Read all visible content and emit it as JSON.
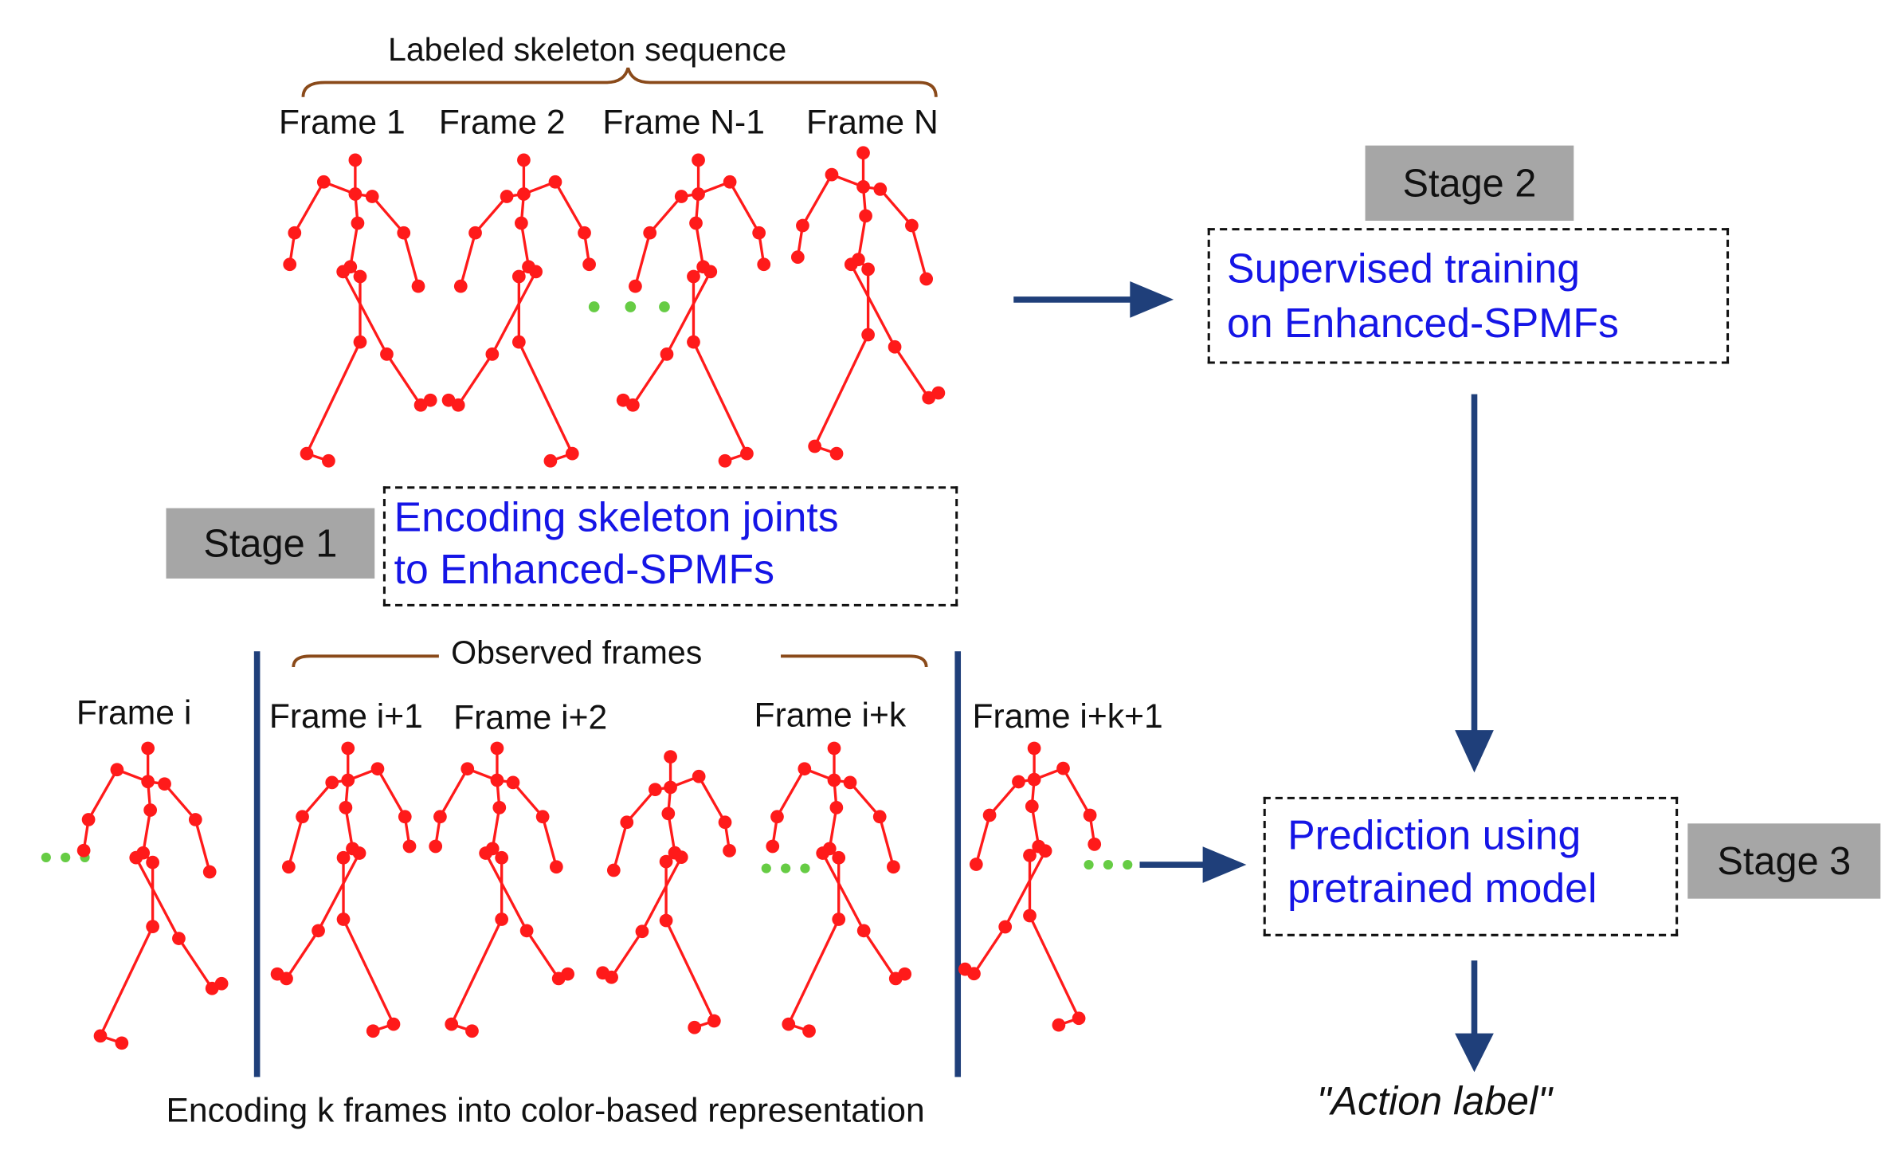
{
  "top_sequence": {
    "title": "Labeled skeleton sequence",
    "frames": [
      "Frame 1",
      "Frame 2",
      "Frame N-1",
      "Frame N"
    ]
  },
  "stage1": {
    "label": "Stage 1",
    "text_line1": "Encoding  skeleton  joints",
    "text_line2": "to Enhanced-SPMFs"
  },
  "stage2": {
    "label": "Stage 2",
    "text_line1": "Supervised  training",
    "text_line2": "on  Enhanced-SPMFs"
  },
  "stage3": {
    "label": "Stage 3",
    "text_line1": "Prediction using",
    "text_line2": "pretrained model"
  },
  "bottom_sequence": {
    "observed_title": "Observed frames",
    "frame_i": "Frame i",
    "frame_i1": "Frame i+1",
    "frame_i2": "Frame i+2",
    "frame_ik": "Frame i+k",
    "frame_ik1": "Frame i+k+1",
    "caption": "Encoding k frames into color-based representation"
  },
  "output_label": "\"Action label\"",
  "colors": {
    "skeleton": "#ff1a1a",
    "arrow": "#1f3f7a",
    "ellipsis_dots": "#66cc44",
    "blue_text": "#1515e6",
    "stage_box": "#a6a6a6"
  }
}
